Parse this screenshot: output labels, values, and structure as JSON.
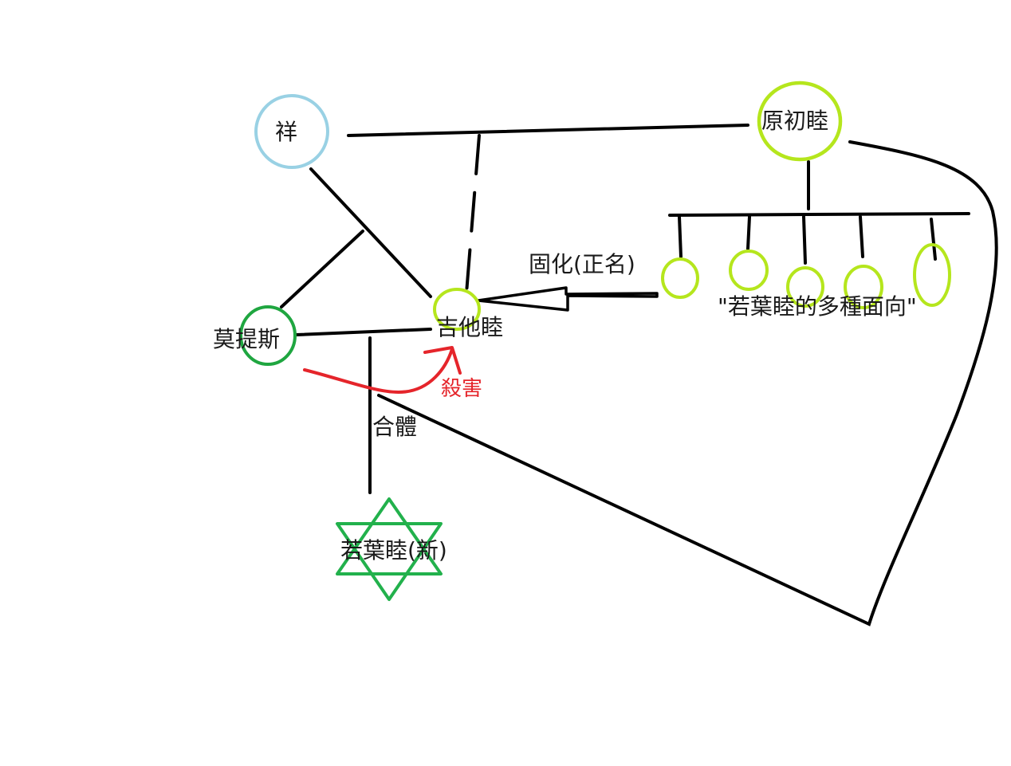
{
  "nodes": {
    "xiang": "祥",
    "original_mutsumi": "原初睦",
    "mortis": "莫提斯",
    "guitar_mutsumi": "吉他睦",
    "new_mutsumi": "若葉睦(新)"
  },
  "edges": {
    "solidify": "固化(正名)",
    "kill": "殺害",
    "merge": "合體"
  },
  "facets_label": "\"若葉睦的多種面向\"",
  "colors": {
    "line": "#000000",
    "xiang_circle": "#99d1e4",
    "lime_circle": "#b5e61d",
    "mortis_circle": "#1fa640",
    "star": "#22b14c",
    "kill_arrow": "#e5252b"
  }
}
